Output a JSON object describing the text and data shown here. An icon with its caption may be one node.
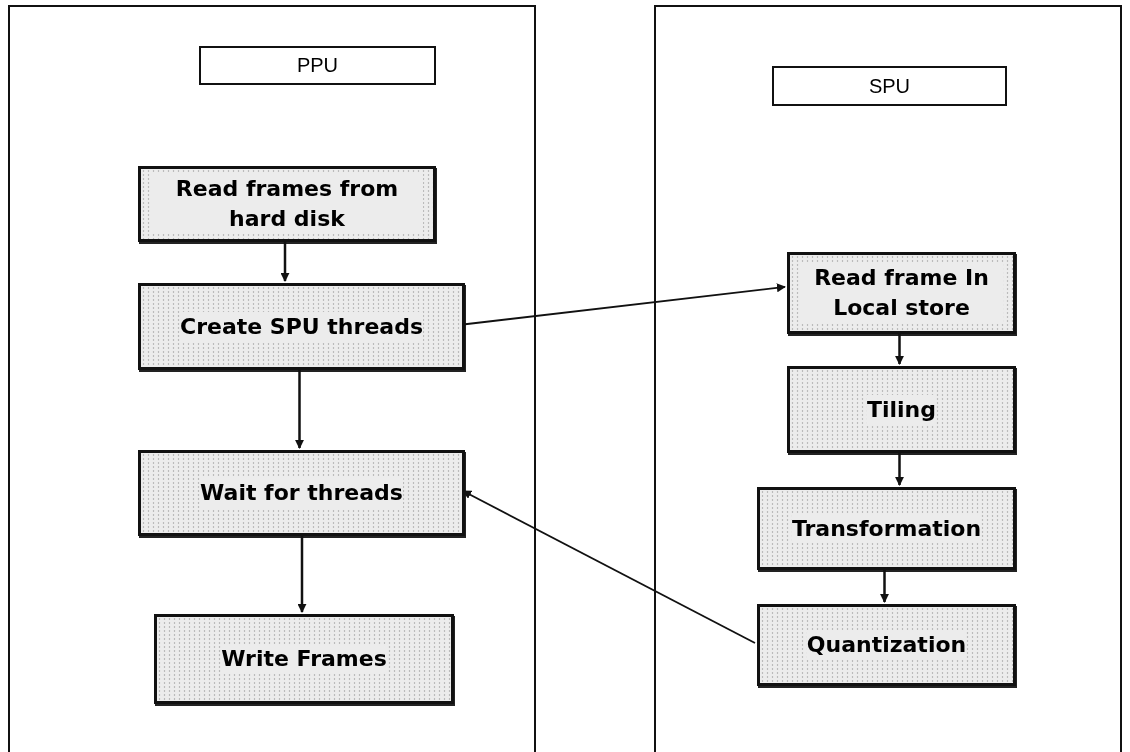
{
  "diagram": {
    "nodes": [
      {
        "text": [],
        "shape": "box"
      },
      {
        "text": [
          "PPU"
        ],
        "in": 0
      },
      {
        "text": [
          "Read frames from hard disk"
        ],
        "in": 0
      },
      {
        "text": [
          "Create SPU threads"
        ],
        "in": 0
      },
      {
        "text": [
          "Wait for threads"
        ],
        "in": 0
      },
      {
        "text": [
          "Write Frames"
        ],
        "in": 0
      },
      {
        "text": [],
        "shape": "box"
      },
      {
        "text": [
          "SPU"
        ],
        "in": 6
      },
      {
        "text": [
          "Read frame In Local store"
        ],
        "in": 6
      },
      {
        "text": [
          "Tiling"
        ],
        "in": 6
      },
      {
        "text": [
          "Transformation"
        ],
        "in": 6
      },
      {
        "text": [
          "Quantization"
        ],
        "in": 6
      }
    ],
    "edges": [
      {
        "from": 2,
        "to": 3,
        "arrow": "to"
      },
      {
        "from": 3,
        "to": 4,
        "arrow": "to"
      },
      {
        "from": 4,
        "to": 5,
        "arrow": "to"
      },
      {
        "from": 3,
        "to": 8,
        "arrow": "to"
      },
      {
        "from": 8,
        "to": 9,
        "arrow": "to"
      },
      {
        "from": 9,
        "to": 10,
        "arrow": "to"
      },
      {
        "from": 10,
        "to": 11,
        "arrow": "to"
      },
      {
        "from": 11,
        "to": 4,
        "arrow": "to"
      }
    ]
  }
}
